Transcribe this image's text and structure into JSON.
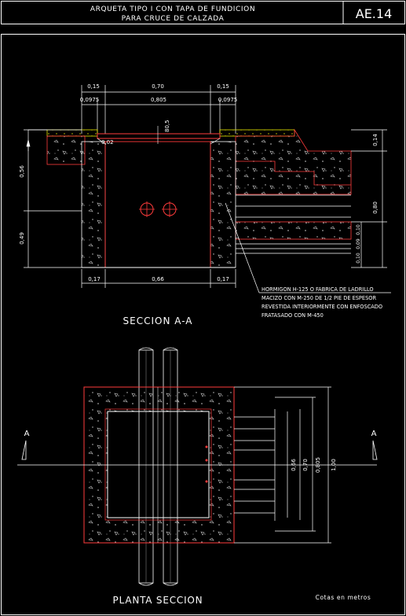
{
  "header": {
    "title_line1": "ARQUETA TIPO I CON TAPA DE FUNDICION",
    "title_line2": "PARA CRUCE DE CALZADA",
    "code": "AE.14"
  },
  "section": {
    "title": "SECCION  A-A",
    "top_dims_row1": [
      "0,15",
      "0,70",
      "0,15"
    ],
    "top_dims_row2": [
      "0,0975",
      "0,805",
      "0,0975"
    ],
    "bottom_dims": [
      "0,17",
      "0,66",
      "0,17"
    ],
    "left_dims": [
      "0,56",
      "0,49"
    ],
    "right_dims": [
      "0,14",
      "0,80",
      "0,10",
      "0,09",
      "0,10"
    ],
    "inner_dims": [
      "0,02",
      "80,5"
    ],
    "note_lines": [
      "HORMIGON H-125 O FABRICA DE LADRILLO",
      "MACIZO CON M-250 DE 1/2 PIE DE ESPESOR",
      "REVESTIDA INTERIORMENTE CON ENFOSCADO",
      "FRATASADO CON M-450"
    ]
  },
  "plan": {
    "title": "PLANTA SECCION",
    "cut_label_left": "A",
    "cut_label_right": "A",
    "right_dims": [
      "0,66",
      "0,70",
      "0,805",
      "1,00"
    ]
  },
  "footer": {
    "note": "Cotas en metros"
  },
  "colors": {
    "background": "#000000",
    "lines": "#ffffff",
    "accent": "#ff3b3b",
    "frame": "#e6e600"
  }
}
